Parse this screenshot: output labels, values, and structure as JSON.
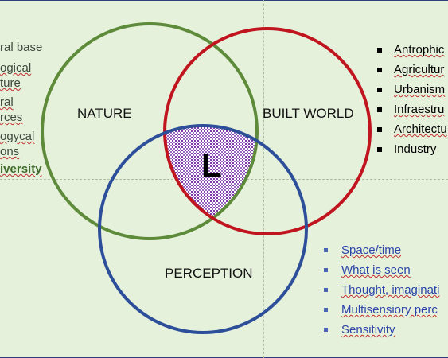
{
  "colors": {
    "background": "#e6f1dc",
    "nature": "#5e8b3a",
    "built_world": "#c0141e",
    "perception": "#2d4f9a",
    "hatch": "#7d3aa8"
  },
  "circles": {
    "nature": "NATURE",
    "built_world": "BUILT WORLD",
    "perception": "PERCEPTION",
    "intersection": "L"
  },
  "left_list": [
    "ral base",
    "ogical",
    "ture",
    "ral",
    "rces",
    "ogycal",
    "ons",
    "iversity"
  ],
  "built_world_list": [
    "Antrophic",
    "Agricultur",
    "Urbanism",
    "Infraestru",
    "Architectu",
    "Industry"
  ],
  "perception_list": [
    "Space/time",
    "What is seen",
    "Thought, imaginati",
    "Multisensiory perc",
    "Sensitivity"
  ]
}
